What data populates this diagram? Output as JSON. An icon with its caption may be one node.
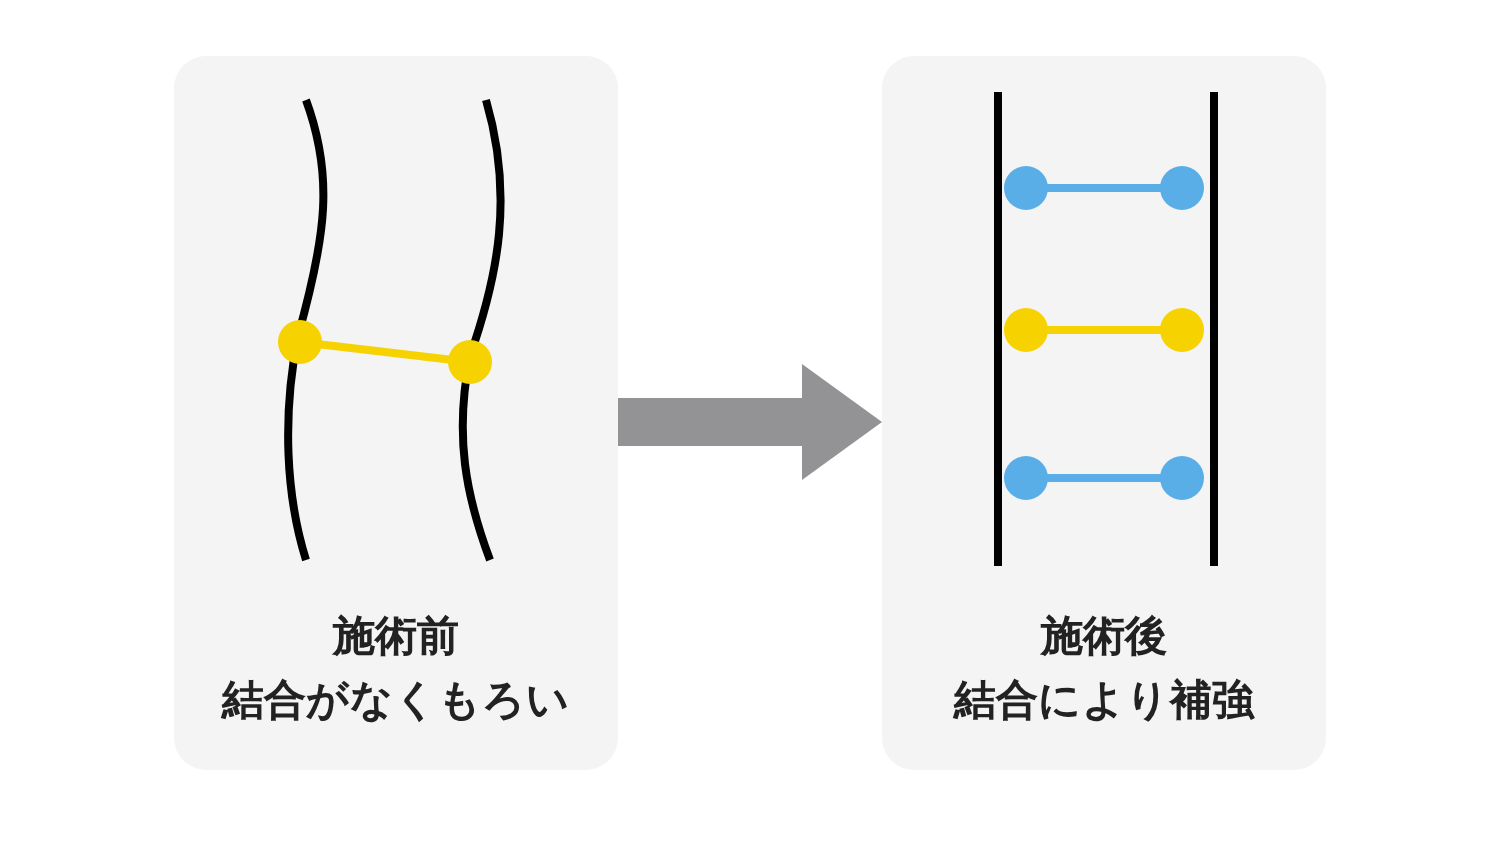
{
  "diagram": {
    "nodes": [
      {
        "text": [
          "施術前",
          "結合がなくもろい"
        ]
      },
      {
        "text": [
          "施術後",
          "結合により補強"
        ]
      }
    ],
    "edges": [
      {
        "from": 0,
        "to": 1,
        "arrow": "to"
      }
    ]
  }
}
